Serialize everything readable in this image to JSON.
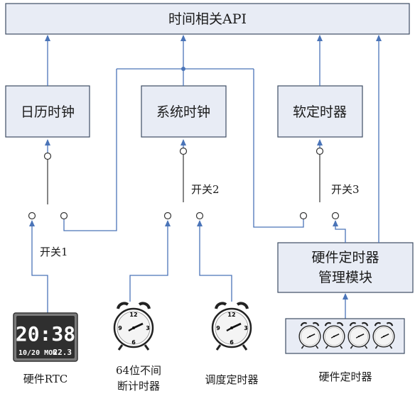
{
  "api_box": {
    "label": "时间相关API"
  },
  "calendar_clock": {
    "label": "日历时钟"
  },
  "system_clock": {
    "label": "系统时钟"
  },
  "soft_timer": {
    "label": "软定时器"
  },
  "hw_timer_mgr": {
    "line1": "硬件定时器",
    "line2": "管理模块"
  },
  "switches": {
    "s1": "开关1",
    "s2": "开关2",
    "s3": "开关3"
  },
  "sources": {
    "rtc": {
      "label": "硬件RTC",
      "time": "20:38",
      "date": "10/20 MON",
      "temp": "22.3"
    },
    "counter64": {
      "line1": "64位不间",
      "line2": "断计时器"
    },
    "sched_timer": {
      "label": "调度定时器"
    },
    "hw_timers": {
      "label": "硬件定时器"
    }
  },
  "clock_face": {
    "n12": "12",
    "n3": "3",
    "n6": "6",
    "n9": "9"
  },
  "colors": {
    "box_fill": "#e8ecf5",
    "box_stroke": "#3e4d63",
    "arrow_blue": "#4a74b8"
  }
}
